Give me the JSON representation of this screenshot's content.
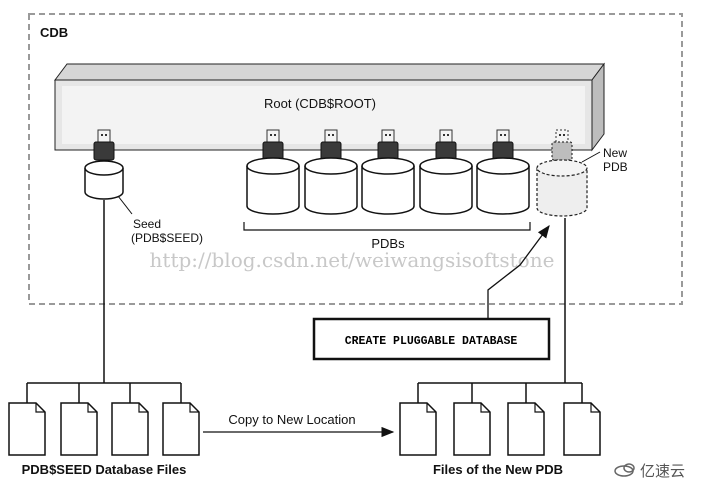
{
  "cdb_label": "CDB",
  "root_label": "Root (CDB$ROOT)",
  "seed_label_line1": "Seed",
  "seed_label_line2": "(PDB$SEED)",
  "pdbs_label": "PDBs",
  "new_pdb_line1": "New",
  "new_pdb_line2": "PDB",
  "command": "CREATE PLUGGABLE DATABASE",
  "copy_label": "Copy to New Location",
  "seed_files_label": "PDB$SEED Database Files",
  "new_files_label": "Files of the New PDB",
  "watermark": "http://blog.csdn.net/weiwangsisoftstone",
  "logo_text": "亿速云",
  "colors": {
    "border": "#9a9a9a",
    "cylinder_dark": "#3a3a3a",
    "root_shade": "#e6e6e6",
    "new_pdb_fill": "#eeeeee"
  }
}
